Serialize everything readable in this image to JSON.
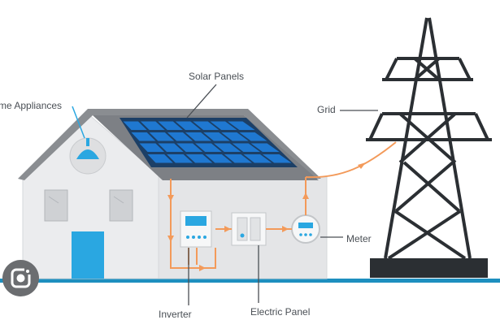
{
  "labels": {
    "solar_panels": "Solar Panels",
    "home_appliances": "me Appliances",
    "grid": "Grid",
    "meter": "Meter",
    "inverter": "Inverter",
    "electric_panel": "Electric Panel"
  },
  "colors": {
    "house_wall": "#ebecee",
    "roof": "#8a8d91",
    "panel_blue": "#1f78d1",
    "door": "#2aa7e1",
    "flow_orange": "#f39a5a",
    "ground": "#1d8fbf",
    "tower": "#2b2f33",
    "label_text": "#4a4f55"
  },
  "icons": {
    "visual_search": "lens-icon"
  }
}
